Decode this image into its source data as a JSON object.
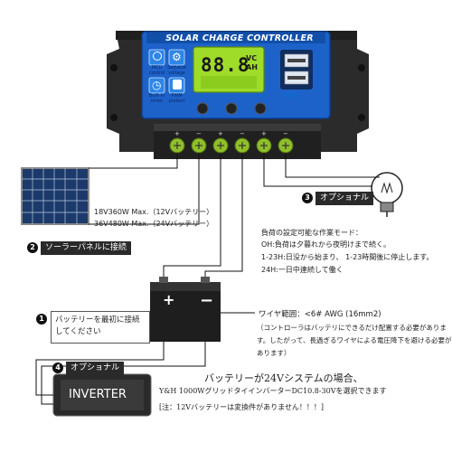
{
  "controller": {
    "title": "SOLAR CHARGE CONTROLLER",
    "lcd_digits": "88.8",
    "lcd_units": [
      "VC",
      "AH"
    ],
    "buttons": [
      {
        "icon": "power-icon",
        "label": "MCU control"
      },
      {
        "icon": "gear-icon",
        "label": "Settable voltage"
      },
      {
        "icon": "clock-icon",
        "label": "Built-in timer"
      },
      {
        "icon": "lock-icon",
        "label": "PWM protect"
      }
    ],
    "usb_label": "USB"
  },
  "terminal_labels": [
    "+",
    "−",
    "+",
    "−",
    "+",
    "−"
  ],
  "solar": {
    "spec_12v": "18V360W Max.（12Vバッテリー）",
    "spec_24v": "36V480W Max.（24Vバッテリー）",
    "step": "2",
    "tag": "ソーラーパネルに接続"
  },
  "load": {
    "step": "3",
    "tag": "オプショナル",
    "modes_title": "負荷の設定可能な作業モード：",
    "mode_oh": "OH:負荷は夕暮れから夜明けまで続く。",
    "mode_1_23h": "1-23H:日没から始まり、 1-23時間後に停止します。",
    "mode_24h": "24H:一日中連続して働く"
  },
  "battery": {
    "step": "1",
    "instruction_line1": "バッテリーを最初に接続",
    "instruction_line2": "してください",
    "plus": "+",
    "minus": "−"
  },
  "wire": {
    "range": "ワイヤ範囲：<6# AWG (16mm2)",
    "note1": "（コントローラはバッテリにできるだけ配置する必要がありま",
    "note2": "す。したがって、長過ぎるワイヤによる電圧降下を避ける必要が",
    "note3": "あります）"
  },
  "inverter": {
    "step": "4",
    "tag": "オプショナル",
    "label": "INVERTER"
  },
  "footer": {
    "line1": "バッテリーが24Vシステムの場合、",
    "line2": "Y&H 1000WグリッドタイインバーターDC10.8-30Vを選択できます",
    "line3": "[注：12Vバッテリーは変換件がありません！！！]"
  },
  "colors": {
    "controller_body": "#2b2b2b",
    "panel_blue": "#1d62c9",
    "lcd_green": "#9fdc2a",
    "button_blue": "#2d86e6",
    "terminal_green": "#8fbf2a"
  }
}
